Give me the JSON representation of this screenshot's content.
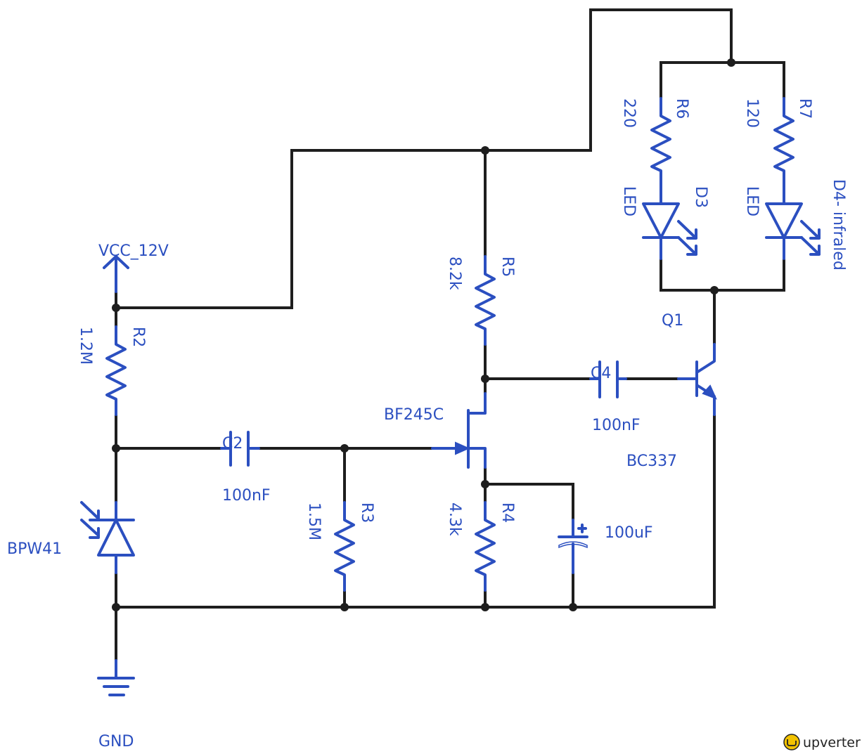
{
  "title": "Photodiode amplifier with LED driver schematic",
  "colors": {
    "wire": "#1e1e1e",
    "symbol": "#2b4fc0",
    "logo": "#f2c200"
  },
  "power": {
    "vcc_label": "VCC_12V",
    "gnd_label": "GND"
  },
  "components": {
    "R2": {
      "ref": "R2",
      "value": "1.2M"
    },
    "R3": {
      "ref": "R3",
      "value": "1.5M"
    },
    "R4": {
      "ref": "R4",
      "value": "4.3k"
    },
    "R5": {
      "ref": "R5",
      "value": "8.2k"
    },
    "R6": {
      "ref": "R6",
      "value": "220"
    },
    "R7": {
      "ref": "R7",
      "value": "120"
    },
    "C2": {
      "ref": "C2",
      "value": "100nF"
    },
    "C4": {
      "ref": "C4",
      "value": "100nF"
    },
    "C_elec": {
      "value": "100uF"
    },
    "D_photo": {
      "part": "BPW41"
    },
    "D3": {
      "ref": "D3",
      "value": "LED"
    },
    "D4": {
      "ref": "D4- infraled",
      "value": "LED"
    },
    "J_fet": {
      "part": "BF245C"
    },
    "Q1": {
      "ref": "Q1",
      "part": "BC337"
    }
  },
  "branding": {
    "logo_text": "upverter"
  }
}
